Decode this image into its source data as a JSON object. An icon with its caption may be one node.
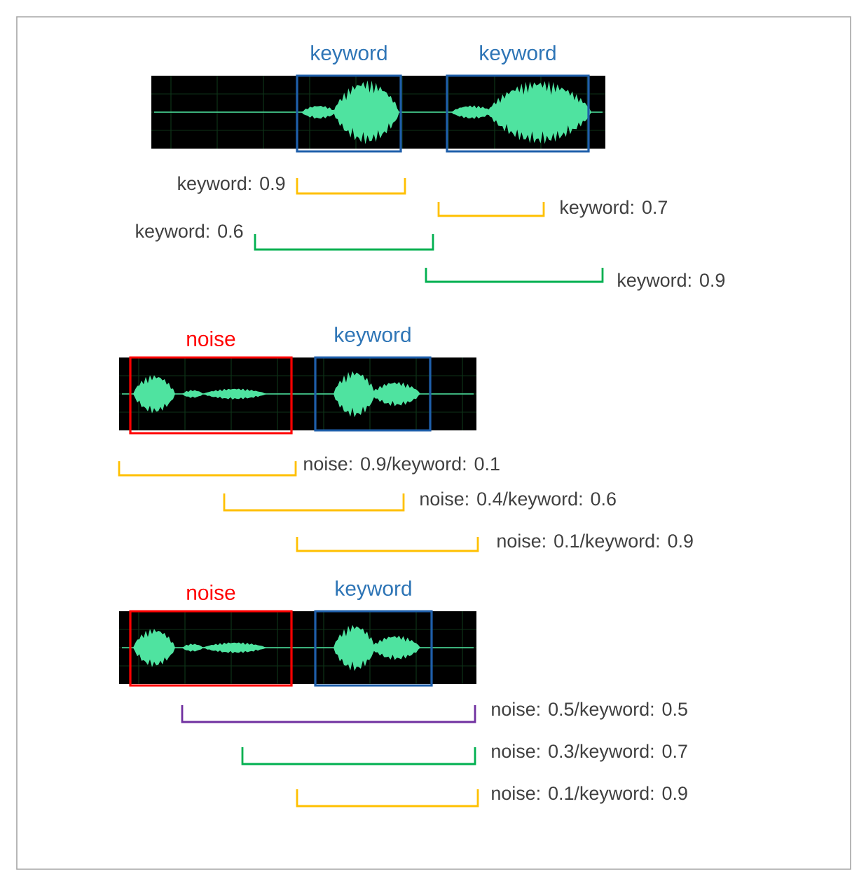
{
  "diagram": {
    "nodes": [
      {
        "text": [],
        "shape": "picture"
      },
      {
        "text": [
          "keyword"
        ],
        "in": 0
      },
      {
        "text": [
          "keyword"
        ],
        "in": 0
      },
      {
        "text": [],
        "shape": "picture"
      },
      {
        "text": [
          "noise"
        ],
        "in": 3
      },
      {
        "text": [
          "keyword"
        ],
        "in": 3
      },
      {
        "text": [],
        "shape": "picture"
      },
      {
        "text": [
          "noise"
        ],
        "in": 6
      },
      {
        "text": [
          "keyword"
        ],
        "in": 6
      }
    ],
    "labels": [
      "keyword: 0.9",
      "keyword: 0.7",
      "keyword: 0.6",
      "keyword: 0.9",
      "noise: 0.9/keyword: 0.1",
      "noise: 0.4/keyword: 0.6",
      "noise: 0.1/keyword: 0.9",
      "noise: 0.5/keyword: 0.5",
      "noise: 0.3/keyword: 0.7",
      "noise: 0.1/keyword: 0.9"
    ]
  }
}
